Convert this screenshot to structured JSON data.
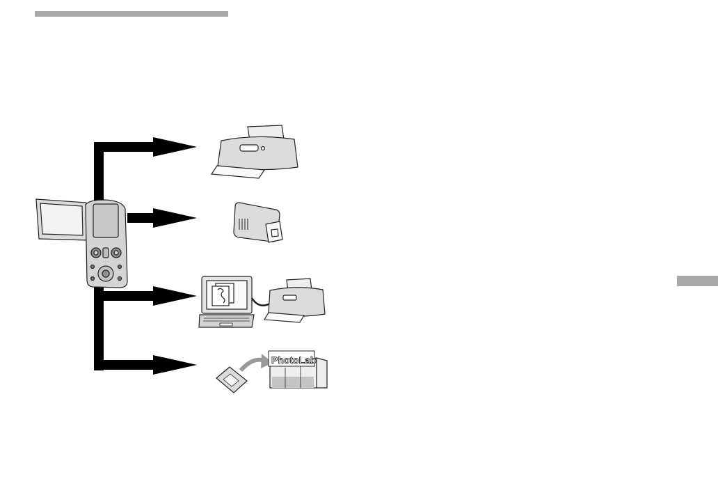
{
  "colors": {
    "accent_gray": "#a8a8a8",
    "arrow": "#000000",
    "light_gray": "#d9d9d9",
    "mid_gray": "#bdbdbd",
    "line": "#222222"
  },
  "decor": {
    "top_rule": "gray-header-bar",
    "side_tab": "gray-section-tab"
  },
  "diagram": {
    "source_device": "digital-camera-icon",
    "destinations": [
      {
        "icon": "inkjet-printer-icon"
      },
      {
        "icon": "photo-printer-icon"
      },
      {
        "icon": "laptop-with-printer-icon"
      },
      {
        "icon": "memory-card-to-photo-lab-icon"
      }
    ],
    "photo_lab_sign": "PhotoLab"
  }
}
